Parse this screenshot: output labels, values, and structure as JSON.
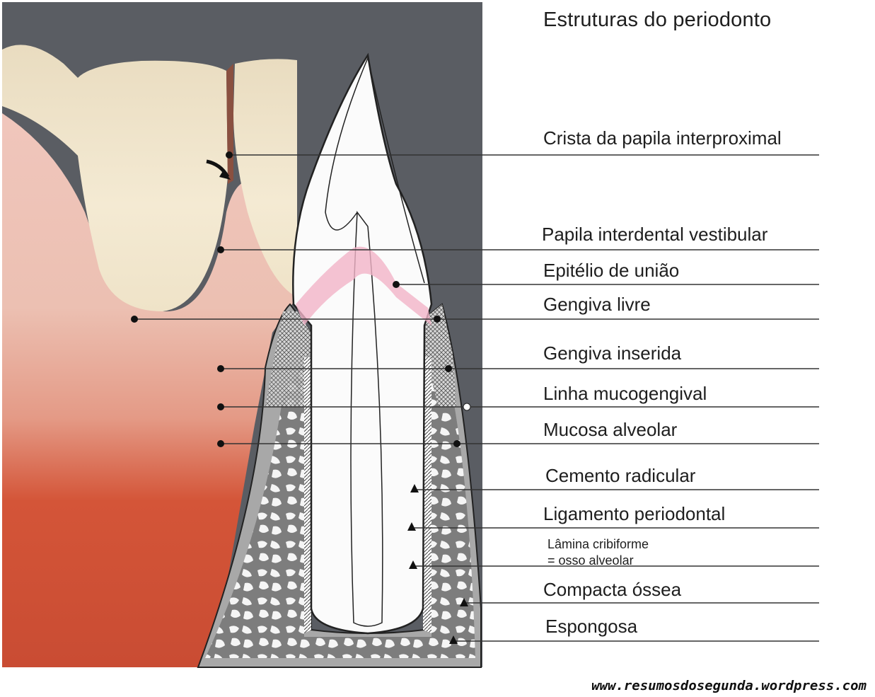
{
  "title": "Estruturas do periodonto",
  "labels": [
    {
      "id": "crista",
      "text": "Crista da papila interproximal"
    },
    {
      "id": "papila",
      "text": "Papila interdental  vestibular"
    },
    {
      "id": "epitelio",
      "text": "Epitélio de união"
    },
    {
      "id": "gengiva-livre",
      "text": "Gengiva livre"
    },
    {
      "id": "gengiva-inserida",
      "text": "Gengiva inserida"
    },
    {
      "id": "linha-mucogengival",
      "text": "Linha mucogengival"
    },
    {
      "id": "mucosa-alveolar",
      "text": "Mucosa alveolar"
    },
    {
      "id": "cemento",
      "text": "Cemento radicular"
    },
    {
      "id": "ligamento",
      "text": "Ligamento periodontal"
    },
    {
      "id": "lamina-1",
      "text": "Lâmina cribiforme"
    },
    {
      "id": "lamina-2",
      "text": "= osso alveolar"
    },
    {
      "id": "compacta",
      "text": "Compacta óssea"
    },
    {
      "id": "espongosa",
      "text": "Espongosa"
    }
  ],
  "footer": "www.resumosdosegunda.wordpress.com",
  "colors": {
    "background_dark": "#5a5d63",
    "gum_pink": "#e8b0a6",
    "mucosa_red": "#c83a22",
    "tooth_ivory": "#efe2c4",
    "bone_gray": "#8c8c8c",
    "junctional_pink": "#f2b4c8",
    "line": "#333333"
  }
}
